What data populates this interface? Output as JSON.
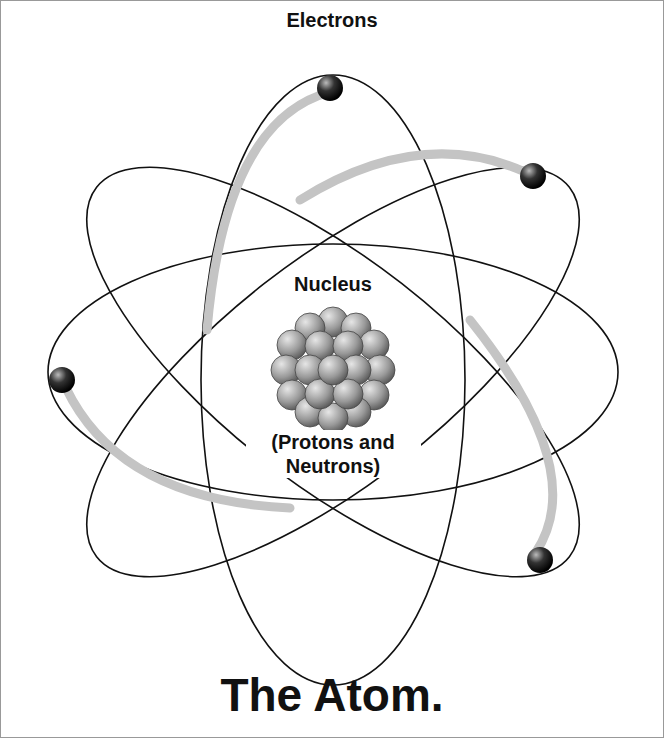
{
  "diagram": {
    "title": "The Atom.",
    "labels": [
      "Electrons",
      "Nucleus",
      "(Protons and Neutrons)"
    ]
  }
}
